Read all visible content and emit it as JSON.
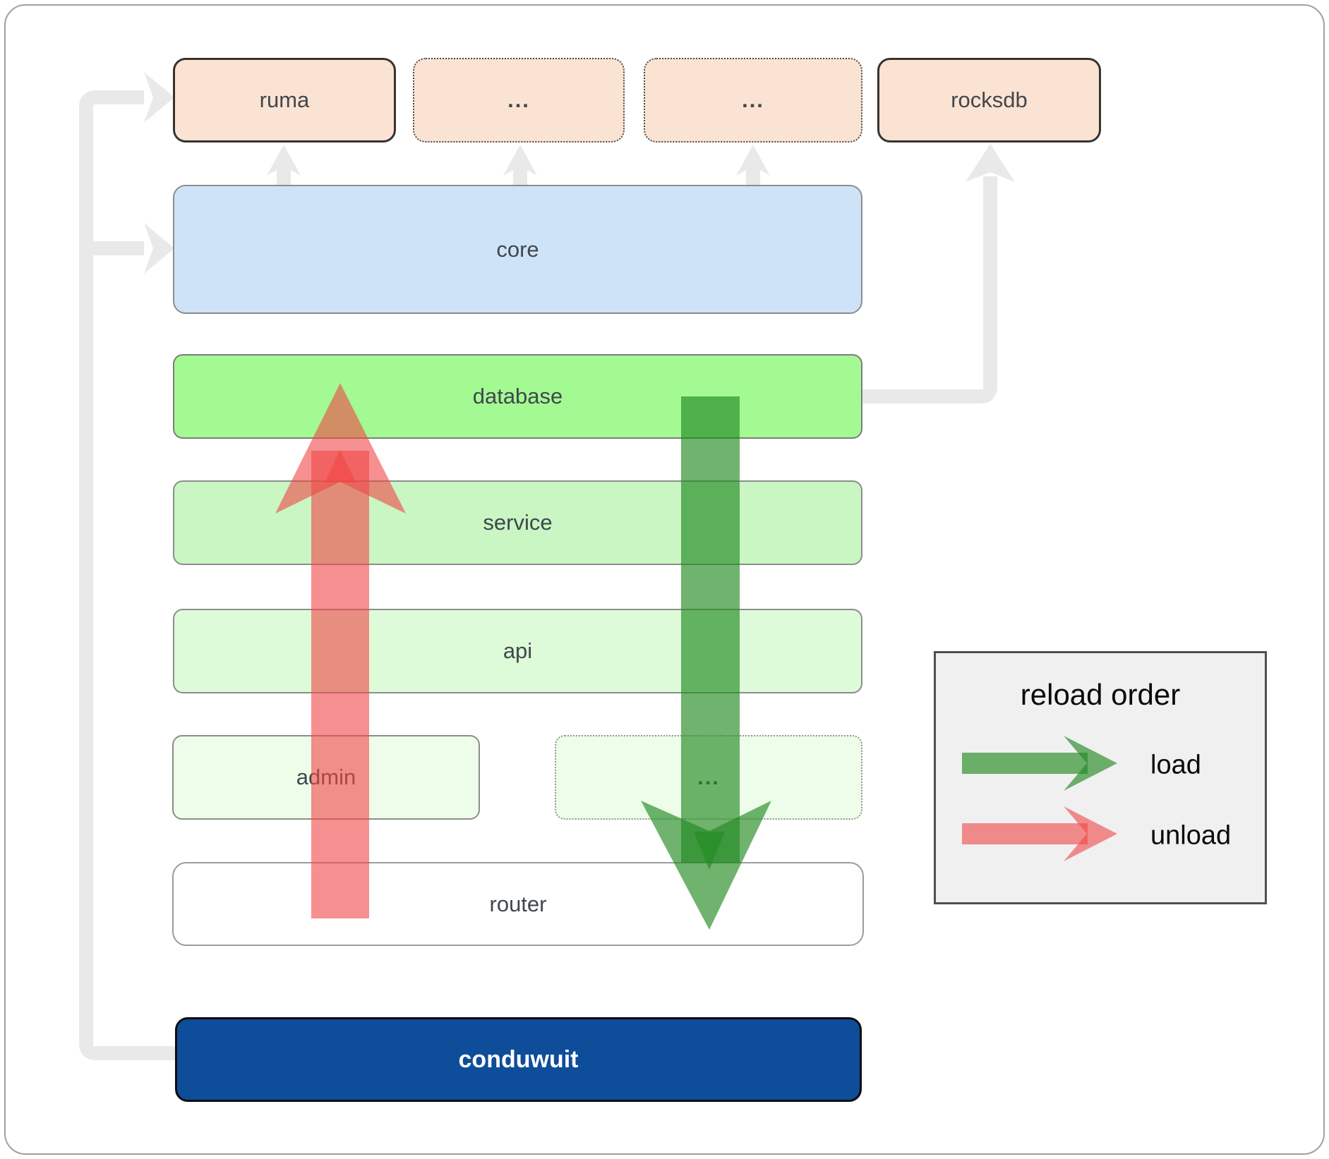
{
  "diagram": {
    "description": "conduwuit crate architecture with reload order arrows"
  },
  "nodes": {
    "ruma": {
      "label": "ruma"
    },
    "dots_top_a": {
      "label": "..."
    },
    "dots_top_b": {
      "label": "..."
    },
    "rocksdb": {
      "label": "rocksdb"
    },
    "core": {
      "label": "core"
    },
    "database": {
      "label": "database"
    },
    "service": {
      "label": "service"
    },
    "api": {
      "label": "api"
    },
    "admin": {
      "label": "admin"
    },
    "dots_admin": {
      "label": "..."
    },
    "router": {
      "label": "router"
    },
    "conduwuit": {
      "label": "conduwuit"
    }
  },
  "legend": {
    "title": "reload order",
    "items": [
      {
        "label": "load",
        "arrow_color": "#228b22"
      },
      {
        "label": "unload",
        "arrow_color": "#f04646"
      }
    ]
  },
  "colors": {
    "peach": "#fbe3d3",
    "dark-border": "#37332f",
    "core-blue": "#cfe3f8",
    "db-green": "#a4fa92",
    "service-green": "#c9f6c2",
    "api-green": "#ddfbd8",
    "admin-green": "#edfde9",
    "conduwuit-blue": "#0e4d99",
    "connector-gray": "#e9e9e9",
    "arrow-red": "#f04646",
    "arrow-green": "#228b22",
    "label-color": "#41474d",
    "legend-bg": "#f0f0f0",
    "frame-border": "#a0a0a0"
  }
}
